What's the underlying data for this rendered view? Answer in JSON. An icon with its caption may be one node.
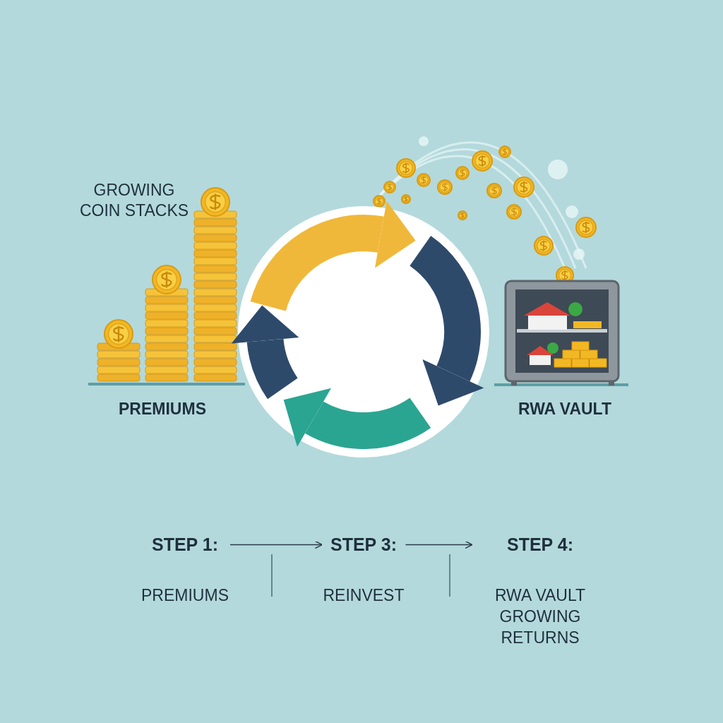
{
  "diagram": {
    "nodes": [
      {
        "text": [
          "STEP 1:",
          "PREMIUMS"
        ]
      },
      {
        "text": [
          "STEP 3:",
          "REINVEST"
        ]
      },
      {
        "text": [
          "STEP 4:",
          "RWA VAULT GROWING RETURNS"
        ]
      }
    ],
    "edges": [
      {
        "from": 0,
        "to": 1,
        "arrow": "to"
      },
      {
        "from": 1,
        "to": 2,
        "arrow": "to"
      }
    ],
    "labels": [
      "GROWING COIN STACKS",
      "PREMIUMS",
      "RWA VAULT"
    ]
  }
}
